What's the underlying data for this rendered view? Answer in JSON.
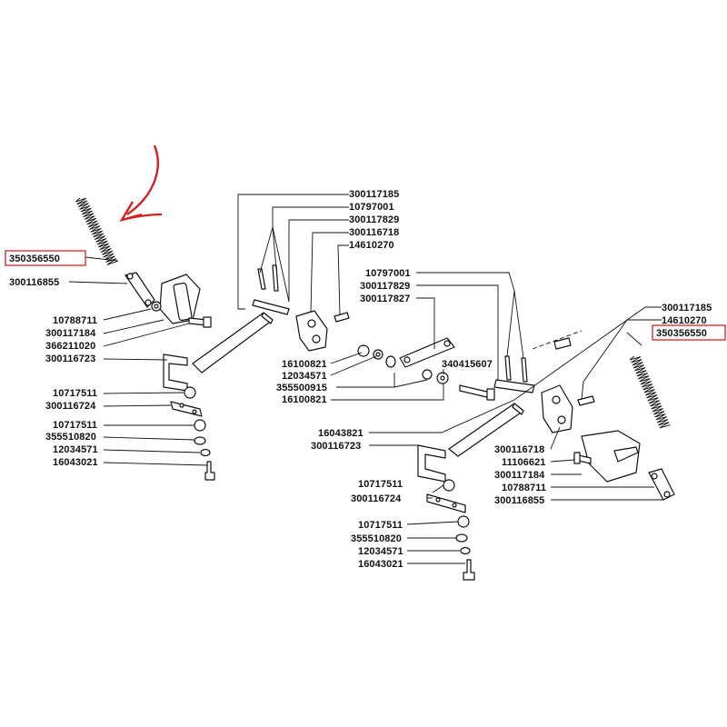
{
  "labels_left": [
    {
      "id": "350356550",
      "text": "350356550",
      "highlight": true
    },
    {
      "id": "300116855",
      "text": "300116855"
    },
    {
      "id": "10788711",
      "text": "10788711"
    },
    {
      "id": "300117184",
      "text": "300117184"
    },
    {
      "id": "366211020",
      "text": "366211020"
    },
    {
      "id": "300116723",
      "text": "300116723"
    },
    {
      "id": "10717511a",
      "text": "10717511"
    },
    {
      "id": "300116724",
      "text": "300116724"
    },
    {
      "id": "10717511b",
      "text": "10717511"
    },
    {
      "id": "355510820",
      "text": "355510820"
    },
    {
      "id": "12034571",
      "text": "12034571"
    },
    {
      "id": "16043021",
      "text": "16043021"
    }
  ],
  "labels_top": [
    {
      "id": "300117185",
      "text": "300117185"
    },
    {
      "id": "10797001",
      "text": "10797001"
    },
    {
      "id": "300117829",
      "text": "300117829"
    },
    {
      "id": "300116718",
      "text": "300116718"
    },
    {
      "id": "14610270",
      "text": "14610270"
    }
  ],
  "labels_center": [
    {
      "id": "c_10797001",
      "text": "10797001"
    },
    {
      "id": "c_300117829",
      "text": "300117829"
    },
    {
      "id": "c_300117827",
      "text": "300117827"
    },
    {
      "id": "c_16100821a",
      "text": "16100821"
    },
    {
      "id": "c_12034571",
      "text": "12034571"
    },
    {
      "id": "c_355500915",
      "text": "355500915"
    },
    {
      "id": "c_16100821b",
      "text": "16100821"
    },
    {
      "id": "c_340415607",
      "text": "340415607"
    },
    {
      "id": "c_16043821",
      "text": "16043821"
    },
    {
      "id": "c_300116723",
      "text": "300116723"
    },
    {
      "id": "c_10717511a",
      "text": "10717511"
    },
    {
      "id": "c_300116724",
      "text": "300116724"
    },
    {
      "id": "c_10717511b",
      "text": "10717511"
    },
    {
      "id": "c_355510820",
      "text": "355510820"
    },
    {
      "id": "c_12034571b",
      "text": "12034571"
    },
    {
      "id": "c_16043021",
      "text": "16043021"
    }
  ],
  "labels_right": [
    {
      "id": "r_300117185",
      "text": "300117185"
    },
    {
      "id": "r_14610270",
      "text": "14610270"
    },
    {
      "id": "r_350356550",
      "text": "350356550",
      "highlight": true
    },
    {
      "id": "r_300116718",
      "text": "300116718"
    },
    {
      "id": "r_11106621",
      "text": "11106621"
    },
    {
      "id": "r_300117184",
      "text": "300117184"
    },
    {
      "id": "r_10788711",
      "text": "10788711"
    },
    {
      "id": "r_300116855",
      "text": "300116855"
    }
  ],
  "colors": {
    "line": "#111111",
    "highlight_box": "#e03030",
    "arrow": "#d42020",
    "background": "#ffffff"
  },
  "icons": {
    "pointer_arrow": "curved-arrow-icon"
  }
}
